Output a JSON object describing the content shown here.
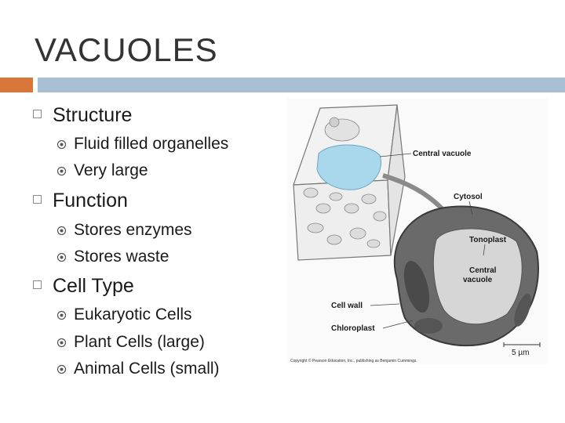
{
  "slide": {
    "title": "VACUOLES",
    "sections": [
      {
        "heading": "Structure",
        "items": [
          "Fluid filled organelles",
          "Very large"
        ]
      },
      {
        "heading": "Function",
        "items": [
          "Stores enzymes",
          "Stores waste"
        ]
      },
      {
        "heading": "Cell Type",
        "items": [
          "Eukaryotic Cells",
          "Plant Cells (large)",
          "Animal Cells (small)"
        ]
      }
    ]
  },
  "figure": {
    "labels": {
      "central_vacuole": "Central vacuole",
      "cytosol": "Cytosol",
      "tonoplast": "Tonoplast",
      "central": "Central",
      "vacuole": "vacuole",
      "cell_wall": "Cell wall",
      "chloroplast": "Chloroplast",
      "scale": "5 µm"
    },
    "copyright": "Copyright © Pearson Education, Inc., publishing as Benjamin Cummings."
  },
  "theme": {
    "accent_orange": "#d9773a",
    "accent_blue": "#a9c0d3",
    "vacuole_color": "#a9d7ec"
  }
}
